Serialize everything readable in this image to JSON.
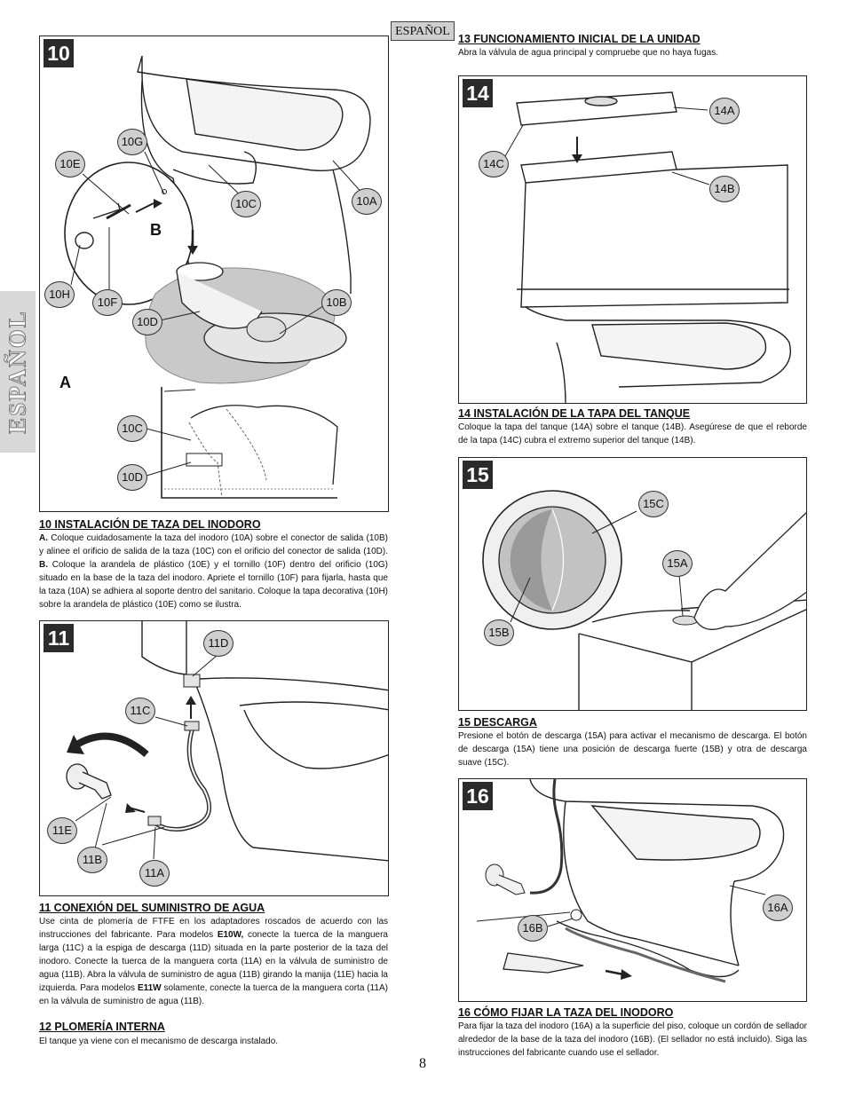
{
  "side_tab": "ESPAÑOL",
  "language_label": "ESPAÑOL",
  "page_number": "8",
  "step10": {
    "number": "10",
    "letters": [
      "A",
      "B"
    ],
    "callouts": [
      "10G",
      "10E",
      "10C",
      "10A",
      "10H",
      "10F",
      "10D",
      "10B",
      "10C",
      "10D"
    ],
    "heading": "10 INSTALACIÓN DE TAZA DEL INODORO",
    "a_label": "A.",
    "a_text": " Coloque cuidadosamente la taza del inodoro (10A) sobre el conector de salida (10B) y alinee el orificio de salida de la taza (10C) con el orificio del conector de salida (10D).",
    "b_label": "B.",
    "b_text": " Coloque la arandela de plástico (10E) y el tornillo (10F) dentro del orificio (10G) situado en la base de la taza del inodoro.  Apriete el tornillo (10F) para fijarla, hasta que la taza (10A) se adhiera al soporte dentro del sanitario.  Coloque la tapa decorativa (10H) sobre la arandela de plástico (10E) como se ilustra."
  },
  "step11": {
    "number": "11",
    "callouts": [
      "11D",
      "11C",
      "11E",
      "11B",
      "11A"
    ],
    "heading": "11 CONEXIÓN DEL SUMINISTRO DE AGUA",
    "text1": "Use cinta de plomería de FTFE en los adaptadores roscados de acuerdo con las instrucciones del fabricante. Para modelos ",
    "model1": "E10W,",
    "text2": " conecte la tuerca de la manguera larga (11C) a la espiga de descarga (11D) situada en la parte posterior de la taza del inodoro. Conecte la tuerca de la manguera corta (11A) en la válvula de suministro de agua (11B). Abra la válvula de suministro de agua (11B) girando la manija (11E) hacia la izquierda. Para modelos ",
    "model2": "E11W",
    "text3": " solamente, conecte la tuerca de la manguera corta (11A) en la válvula de suministro de agua (11B)."
  },
  "step12": {
    "heading": "12 PLOMERÍA INTERNA",
    "text": "El tanque ya viene con el mecanismo de descarga instalado."
  },
  "step13": {
    "heading": "13 FUNCIONAMIENTO INICIAL DE LA UNIDAD",
    "text": "Abra la válvula de agua principal y compruebe que no haya fugas."
  },
  "step14": {
    "number": "14",
    "callouts": [
      "14A",
      "14C",
      "14B"
    ],
    "heading": "14 INSTALACIÓN DE LA TAPA DEL TANQUE",
    "text": "Coloque la tapa del tanque (14A) sobre el tanque (14B).  Asegúrese de que el reborde de la tapa (14C) cubra el extremo superior del tanque (14B)."
  },
  "step15": {
    "number": "15",
    "callouts": [
      "15C",
      "15A",
      "15B"
    ],
    "heading": "15 DESCARGA",
    "text": "Presione el botón de descarga (15A) para activar el mecanismo de descarga.  El botón de descarga (15A) tiene una posición de descarga fuerte (15B) y otra de descarga suave (15C)."
  },
  "step16": {
    "number": "16",
    "callouts": [
      "16A",
      "16B"
    ],
    "heading": "16  CÓMO FIJAR LA TAZA DEL INODORO",
    "text": "Para fijar la taza del inodoro (16A) a la superficie del piso, coloque un cordón de sellador alrededor de la base de la taza del inodoro (16B).  (El sellador no está incluido).  Siga las instrucciones del fabricante cuando use el sellador."
  }
}
